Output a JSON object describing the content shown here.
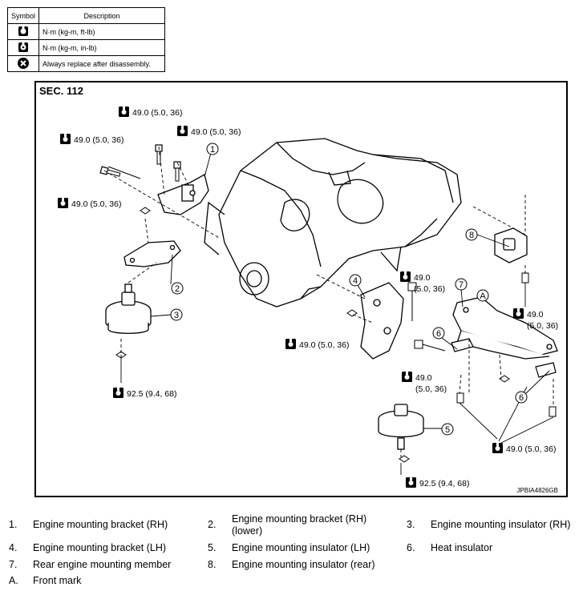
{
  "symbol_table": {
    "header_symbol": "Symbol",
    "header_description": "Description",
    "rows": [
      {
        "icon": "torque-wrench-icon",
        "description": "N·m (kg-m, ft-lb)"
      },
      {
        "icon": "torque-wrench-small-icon",
        "description": "N·m (kg-m, in-lb)"
      },
      {
        "icon": "replace-icon",
        "description": "Always replace after disassembly."
      }
    ]
  },
  "diagram": {
    "section": "SEC. 112",
    "image_code": "JPBIA4826GB",
    "torque_labels": {
      "t1": "49.0 (5.0, 36)",
      "t2": "49.0 (5.0, 36)",
      "t3": "49.0 (5.0, 36)",
      "t4": "49.0 (5.0, 36)",
      "t5_line1": "49.0",
      "t5_line2": "(5.0, 36)",
      "t6": "49.0 (5.0, 36)",
      "t7_line1": "49.0",
      "t7_line2": "(5.0, 36)",
      "t8_line1": "49.0",
      "t8_line2": "(5.0, 36)",
      "t9": "49.0 (5.0, 36)",
      "t10": "92.5 (9.4, 68)",
      "t11": "92.5 (9.4, 68)"
    },
    "callouts": [
      "1",
      "2",
      "3",
      "4",
      "5",
      "6",
      "6",
      "7",
      "8",
      "A"
    ]
  },
  "legend": [
    {
      "num": "1.",
      "text": "Engine mounting bracket (RH)"
    },
    {
      "num": "2.",
      "text": "Engine mounting bracket (RH) (lower)"
    },
    {
      "num": "3.",
      "text": "Engine mounting insulator (RH)"
    },
    {
      "num": "4.",
      "text": "Engine mounting bracket (LH)"
    },
    {
      "num": "5.",
      "text": "Engine mounting insulator (LH)"
    },
    {
      "num": "6.",
      "text": "Heat insulator"
    },
    {
      "num": "7.",
      "text": "Rear engine mounting member"
    },
    {
      "num": "8.",
      "text": "Engine mounting insulator (rear)"
    },
    {
      "num": "A.",
      "text": "Front mark"
    }
  ]
}
